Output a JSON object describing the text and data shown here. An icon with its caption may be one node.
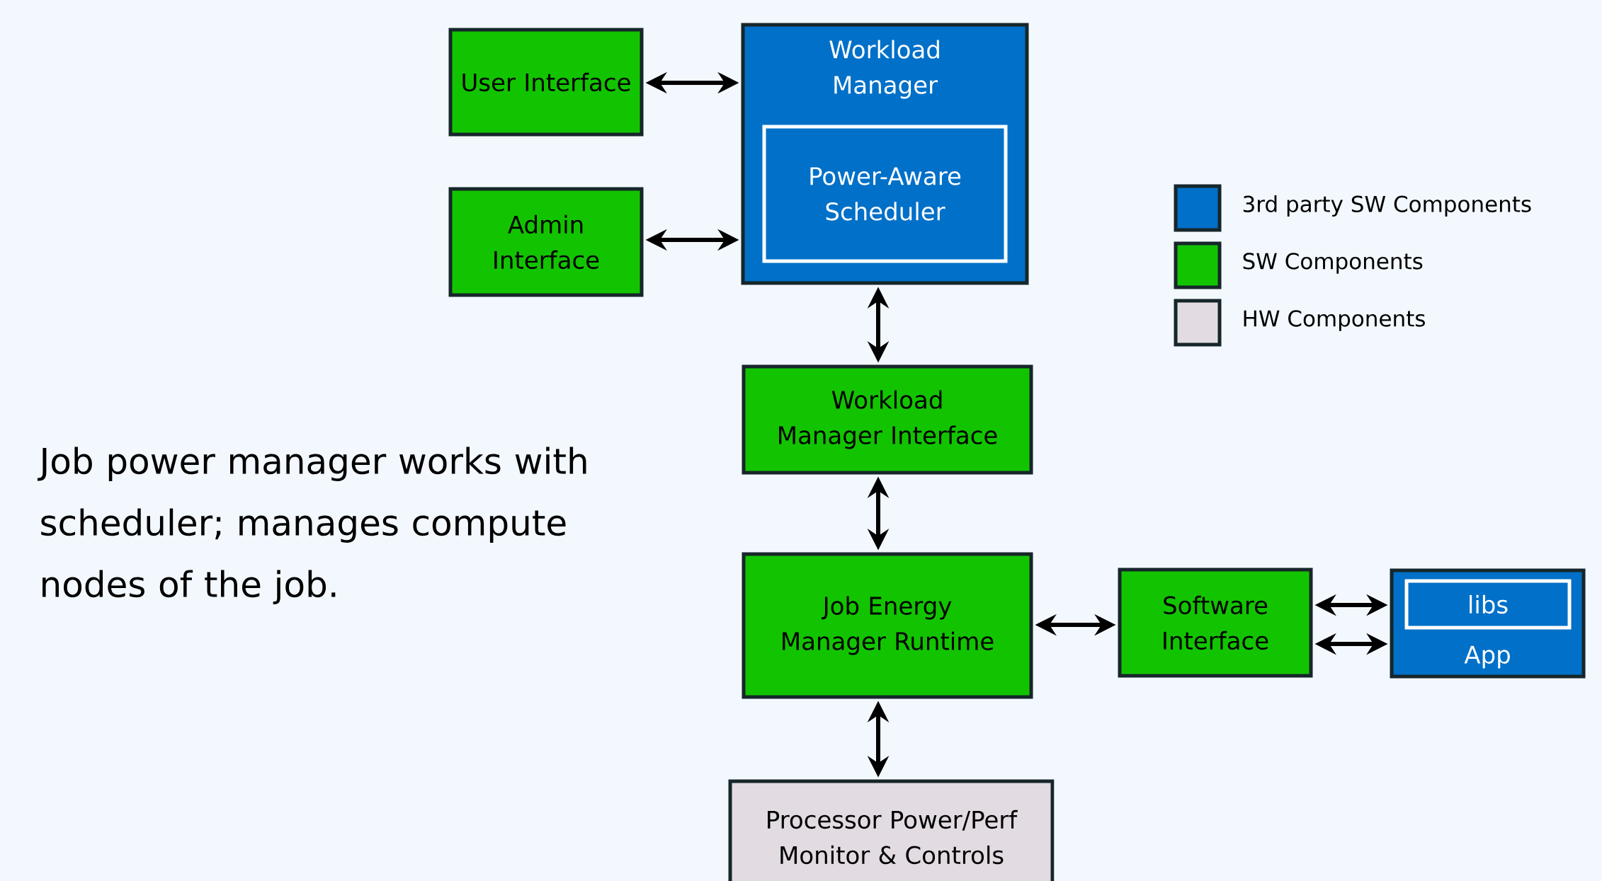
{
  "diagram": {
    "nodes": [
      {
        "text": [
          "User Interface"
        ]
      },
      {
        "text": [
          "Admin Interface"
        ]
      },
      {
        "text": [
          "Workload Manager"
        ]
      },
      {
        "text": [
          "Power-Aware Scheduler"
        ],
        "in": 2
      },
      {
        "text": [
          "Workload Manager Interface"
        ]
      },
      {
        "text": [
          "Job Energy Manager Runtime"
        ]
      },
      {
        "text": [
          "Software Interface"
        ]
      },
      {
        "text": [
          "App"
        ]
      },
      {
        "text": [
          "libs"
        ],
        "in": 7
      },
      {
        "text": [
          "Processor Power/Perf Monitor & Controls"
        ]
      }
    ],
    "edges": [
      {
        "from": 0,
        "to": 2,
        "arrow": "both"
      },
      {
        "from": 1,
        "to": 2,
        "arrow": "both"
      },
      {
        "from": 2,
        "to": 4,
        "arrow": "both"
      },
      {
        "from": 4,
        "to": 5,
        "arrow": "both"
      },
      {
        "from": 5,
        "to": 6,
        "arrow": "both"
      },
      {
        "from": 6,
        "to": 7,
        "arrow": "both"
      },
      {
        "from": 6,
        "to": 7,
        "arrow": "both"
      },
      {
        "from": 5,
        "to": 9,
        "arrow": "both"
      }
    ],
    "labels": [
      "Job power manager works with scheduler; manages compute nodes of the job."
    ],
    "legend": [
      {
        "text": "3rd party SW Components",
        "color": "#0070c8"
      },
      {
        "text": "SW Components",
        "color": "#12c400"
      },
      {
        "text": "HW Components",
        "color": "#e2dbe2"
      }
    ]
  }
}
